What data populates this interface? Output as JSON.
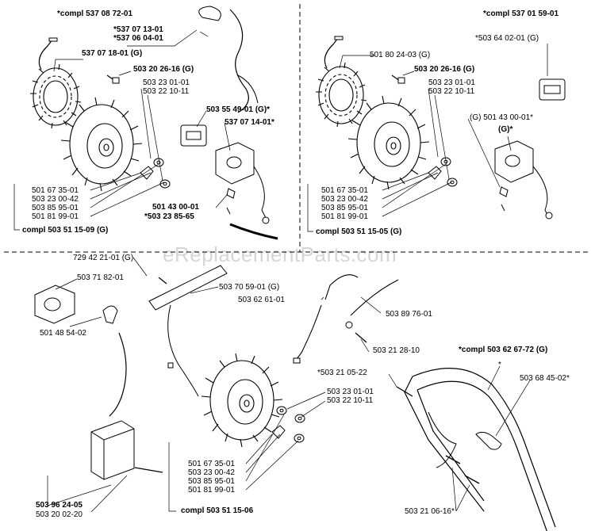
{
  "watermark": "eReplacementParts.com",
  "sections": {
    "top_left": {
      "labels": [
        "*compl 537 08 72-01",
        "*537 07 13-01",
        "*537 06 04-01",
        "537 07 18-01 (G)",
        "503 20 26-16 (G)",
        "503 23 01-01",
        "503 22 10-11",
        "503 55 49-01 (G)*",
        "537 07 14-01*",
        "501 67 35-01",
        "503 23 00-42",
        "503 85 95-01",
        "501 81 99-01",
        "501 43 00-01",
        "*503 23 85-65",
        "compl 503 51 15-09 (G)"
      ]
    },
    "top_right": {
      "labels": [
        "*compl 537 01 59-01",
        "*503 64 02-01 (G)",
        "501 80 24-03 (G)",
        "503 20 26-16 (G)",
        "503 23 01-01",
        "503 22 10-11",
        "(G) 501 43 00-01*",
        "(G)*",
        "501 67 35-01",
        "503 23 00-42",
        "503 85 95-01",
        "501 81 99-01",
        "compl 503 51 15-05 (G)"
      ]
    },
    "bottom": {
      "labels": [
        "729 42 21-01 (G)",
        "503 71 82-01",
        "503 70 59-01 (G)",
        "503 62 61-01",
        "503 89 76-01",
        "501 48 54-02",
        "503 21 28-10",
        "*compl 503 62 67-72 (G)",
        "*503 21 05-22",
        "503 68 45-02*",
        "503 23 01-01",
        "503 22 10-11",
        "501 67 35-01",
        "503 23 00-42",
        "503 85 95-01",
        "501 81 99-01",
        "compl 503 51 15-06",
        "503 96 24-05",
        "503 20 02-20",
        "503 21 06-16*",
        "*"
      ]
    }
  }
}
